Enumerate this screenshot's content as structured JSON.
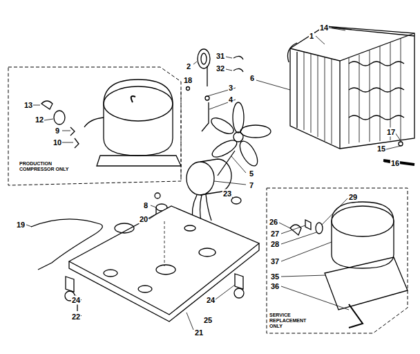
{
  "diagram": {
    "nodes": [
      {
        "text": [
          "PRODUCTION COMPRESSOR ONLY"
        ]
      },
      {
        "text": [
          "SERVICE REPLACEMENT ONLY"
        ]
      }
    ],
    "edges": [],
    "labels": [
      "14",
      "1",
      "31",
      "2",
      "32",
      "18",
      "6",
      "3",
      "4",
      "13",
      "12",
      "9",
      "10",
      "17",
      "15",
      "16",
      "5",
      "7",
      "8",
      "20",
      "23",
      "19",
      "29",
      "26",
      "27",
      "28",
      "37",
      "35",
      "36",
      "24",
      "24",
      "22",
      "21",
      "25"
    ]
  }
}
